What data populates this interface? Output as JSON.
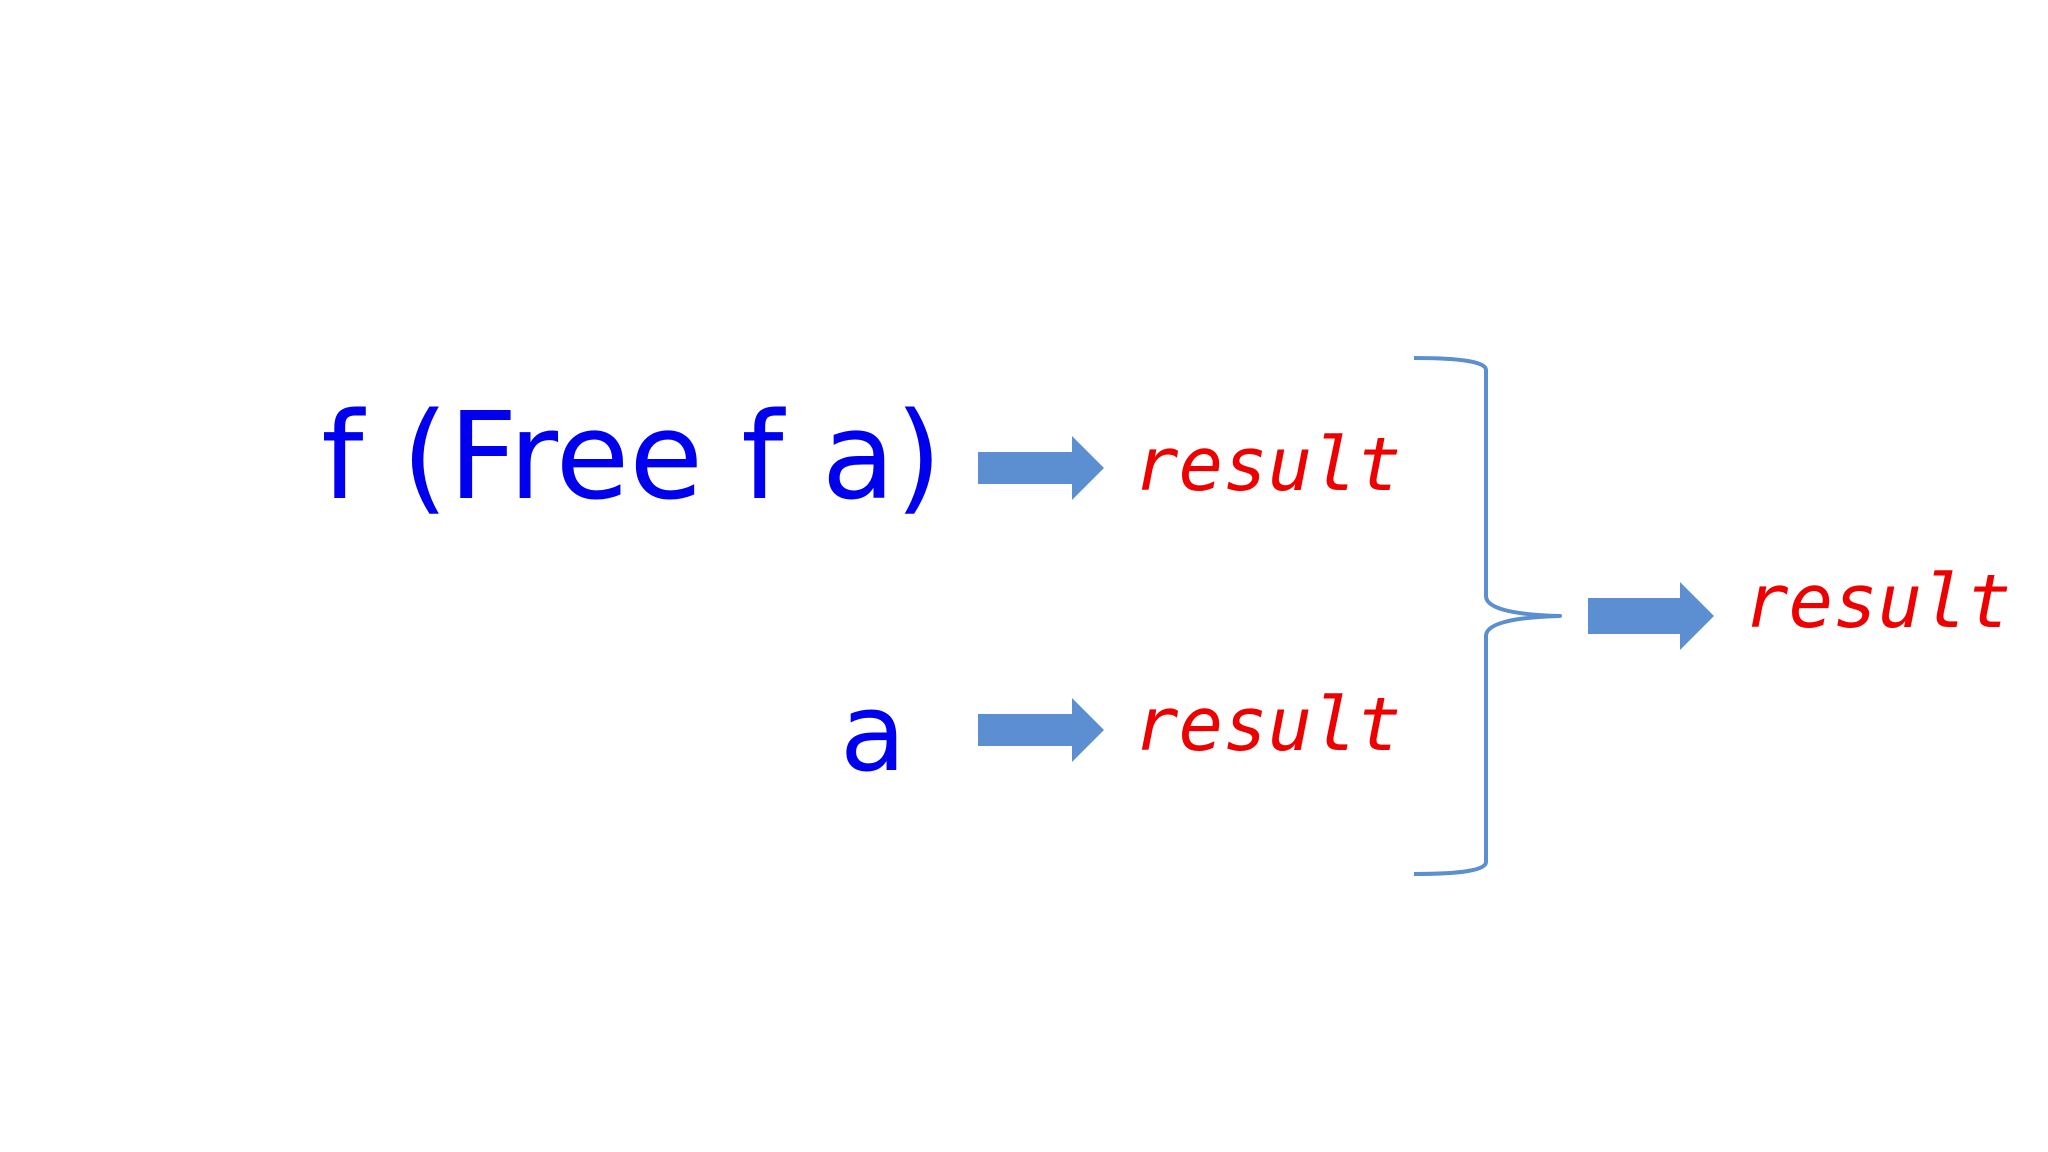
{
  "inputs": {
    "functor_expression": "f (Free f a)",
    "pure_value": "a"
  },
  "results": {
    "top": "result",
    "bottom": "result",
    "combined": "result"
  },
  "colors": {
    "input_text": "#0000ee",
    "result_text": "#ee0000",
    "arrow_fill": "#5b8fd1",
    "brace_stroke": "#5b8fd1"
  },
  "icons": {
    "arrows": "right-block-arrow",
    "brace": "right-curly-brace"
  }
}
